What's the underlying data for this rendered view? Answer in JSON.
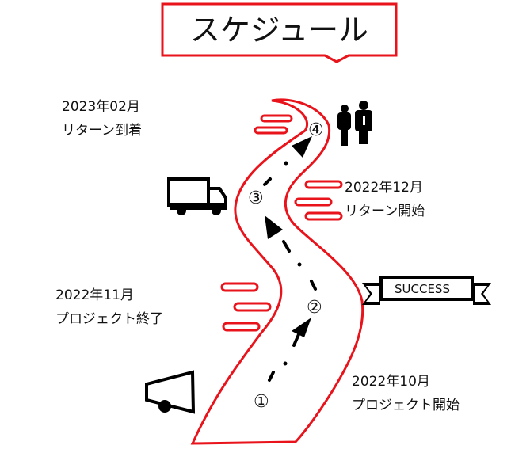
{
  "title": "スケジュール",
  "milestones": [
    {
      "number": "①",
      "date": "2022年10月",
      "event": "プロジェクト開始"
    },
    {
      "number": "②",
      "date": "2022年11月",
      "event": "プロジェクト終了"
    },
    {
      "number": "③",
      "date": "2022年12月",
      "event": "リターン開始"
    },
    {
      "number": "④",
      "date": "2023年02月",
      "event": "リターン到着"
    }
  ],
  "banner": "SUCCESS",
  "colors": {
    "road": "#e8131b",
    "ink": "#000000"
  }
}
